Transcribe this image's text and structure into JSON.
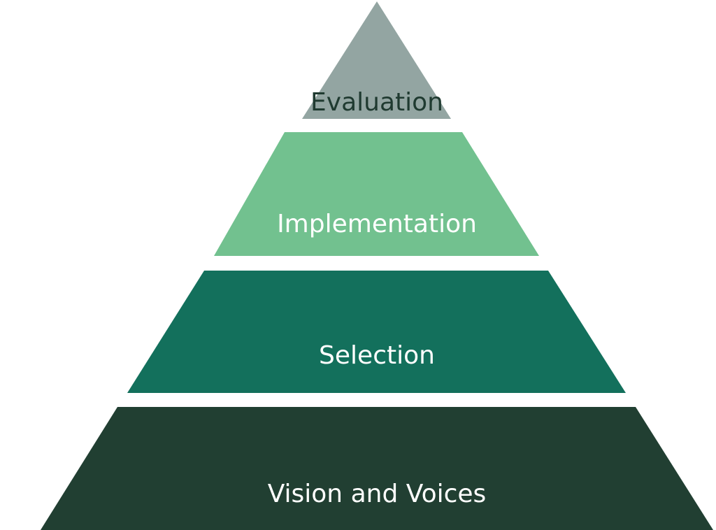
{
  "pyramid": {
    "tiers": [
      {
        "label": "Evaluation",
        "fill": "#93a5a2",
        "text_color": "#1f3a30"
      },
      {
        "label": "Implementation",
        "fill": "#72c18f",
        "text_color": "#ffffff"
      },
      {
        "label": "Selection",
        "fill": "#13705c",
        "text_color": "#ffffff"
      },
      {
        "label": "Vision and Voices",
        "fill": "#213f32",
        "text_color": "#ffffff"
      }
    ]
  }
}
